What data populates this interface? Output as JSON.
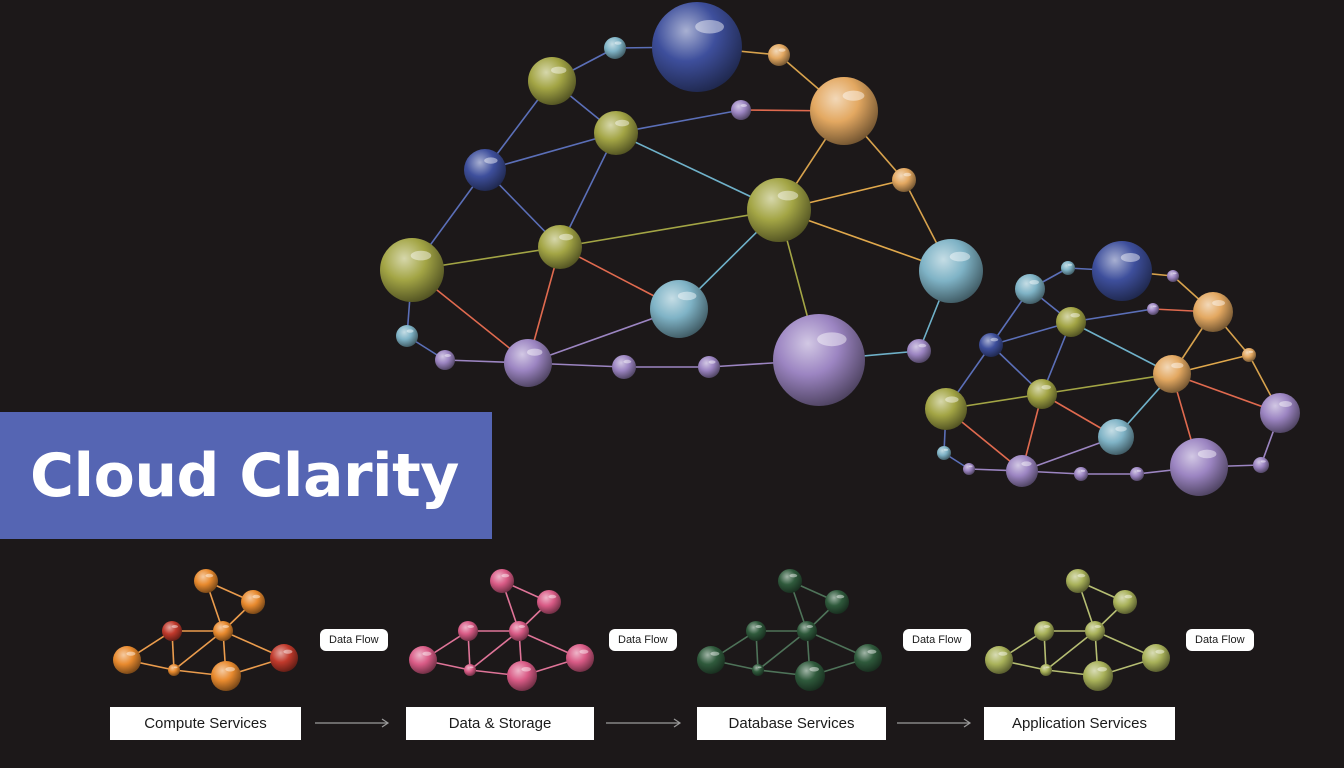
{
  "title": "Cloud Clarity",
  "flow_label": "Data Flow",
  "services": [
    {
      "label": "Compute Services",
      "color": "#e88a2e",
      "accent": "#c0392b"
    },
    {
      "label": "Data & Storage",
      "color": "#d95b86",
      "accent": "#d95b86"
    },
    {
      "label": "Database Services",
      "color": "#2f5a3c",
      "accent": "#2f5a3c"
    },
    {
      "label": "Application Services",
      "color": "#a9b25a",
      "accent": "#a9b25a"
    }
  ],
  "palette": {
    "background": "#1c1819",
    "banner": "#5565b3",
    "node_blue": "#3e4f9c",
    "node_olive": "#a3a545",
    "node_peach": "#e3a861",
    "node_lightblue": "#7fb3c6",
    "node_lavender": "#9c85c2"
  }
}
